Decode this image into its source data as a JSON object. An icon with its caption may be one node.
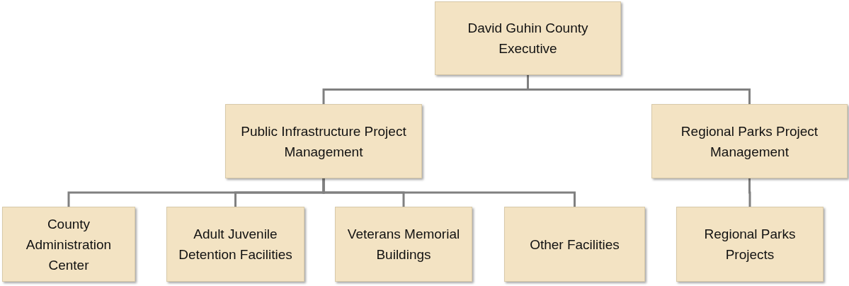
{
  "diagram": {
    "nodes": [
      {
        "text": [
          "David Guhin County Executive"
        ]
      },
      {
        "text": [
          "Public Infrastructure Project Management"
        ]
      },
      {
        "text": [
          "Regional Parks Project Management"
        ]
      },
      {
        "text": [
          "County Administration Center"
        ]
      },
      {
        "text": [
          "Adult Juvenile Detention Facilities"
        ]
      },
      {
        "text": [
          "Veterans Memorial Buildings"
        ]
      },
      {
        "text": [
          "Other Facilities"
        ]
      },
      {
        "text": [
          "Regional Parks Projects"
        ]
      }
    ],
    "edges": [
      {
        "from": 0,
        "to": 1,
        "arrow": "none"
      },
      {
        "from": 0,
        "to": 2,
        "arrow": "none"
      },
      {
        "from": 1,
        "to": 3,
        "arrow": "none"
      },
      {
        "from": 1,
        "to": 4,
        "arrow": "none"
      },
      {
        "from": 1,
        "to": 5,
        "arrow": "none"
      },
      {
        "from": 1,
        "to": 6,
        "arrow": "none"
      },
      {
        "from": 2,
        "to": 7,
        "arrow": "none"
      }
    ]
  }
}
